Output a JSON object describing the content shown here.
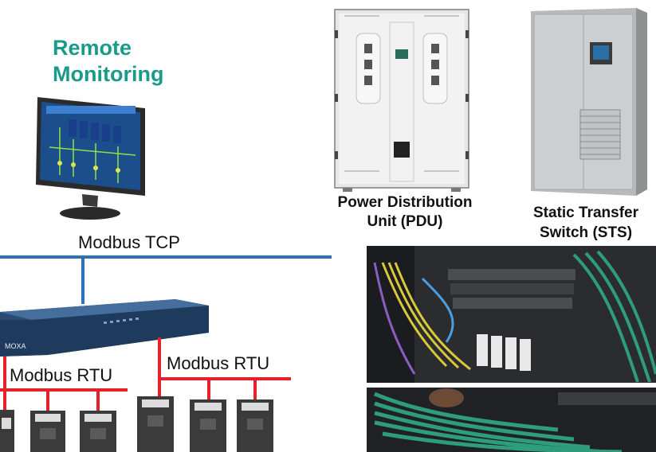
{
  "diagram": {
    "title_line1": "Remote",
    "title_line2": "Monitoring",
    "pdu_label_line1": "Power Distribution",
    "pdu_label_line2": "Unit (PDU)",
    "sts_label_line1": "Static Transfer",
    "sts_label_line2": "Switch (STS)",
    "network_label": "Modbus TCP",
    "bus_label_left": "Modbus RTU",
    "bus_label_right": "Modbus RTU",
    "gateway_brand": "MOXA",
    "colors": {
      "title": "#1a9a8a",
      "tcp_line": "#2e73b8",
      "rtu_line": "#e8202a",
      "gateway_body": "#1e3a5c",
      "cabinet": "#c9cacc",
      "cable_green": "#2e9e7a"
    }
  }
}
